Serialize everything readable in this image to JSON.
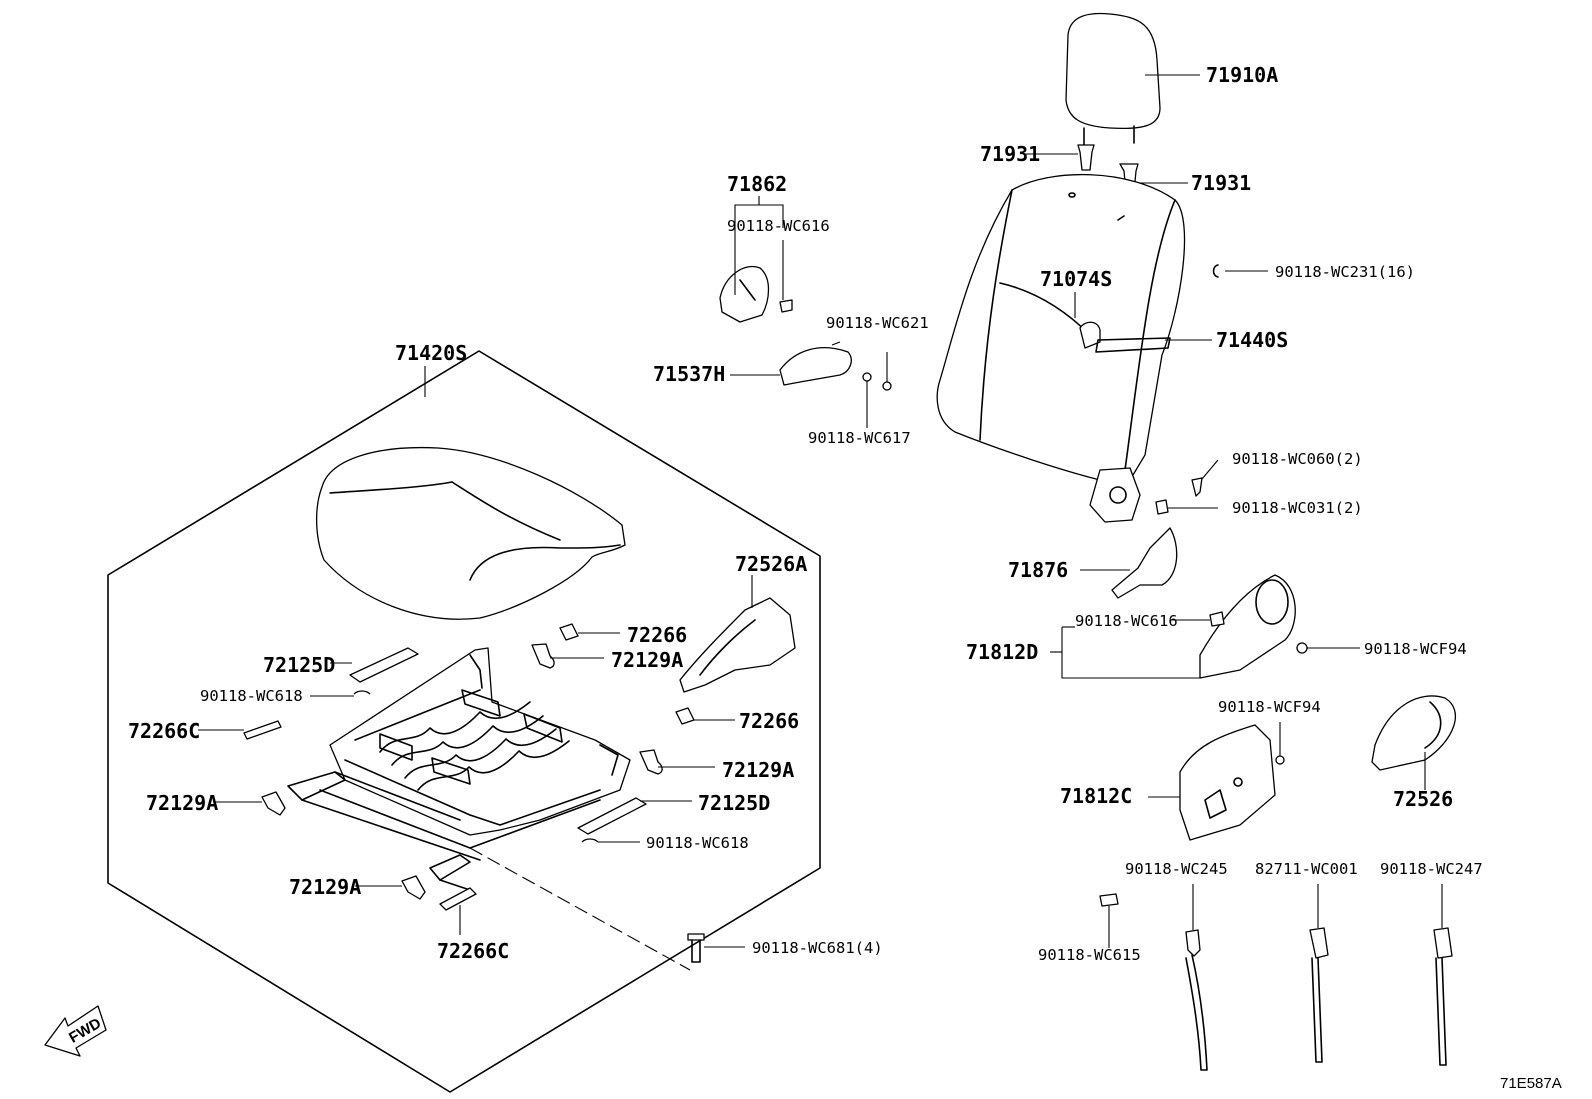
{
  "diagram": {
    "reference_code": "71E587A",
    "direction_arrow_label": "FWD"
  },
  "labels": {
    "headrest": "71910A",
    "headrest_guide_left": "71931",
    "headrest_guide_right": "71931",
    "back_clip": "90118-WC231(16)",
    "back_cover_assembly": "71440S",
    "back_part": "71074S",
    "hinge_cover_top": "71862",
    "hinge_cover_top_screw": "90118-WC616",
    "hinge_bracket": "71537H",
    "hinge_bracket_nut": "90118-WC621",
    "hinge_bracket_bolt": "90118-WC617",
    "recliner_screw_a": "90118-WC060(2)",
    "recliner_screw_b": "90118-WC031(2)",
    "recliner_cover_inner": "71876",
    "recliner_cover_assembly": "71812D",
    "recliner_cover_screw": "90118-WC616",
    "recliner_cover_clip": "90118-WCF94",
    "recliner_cover_clip_b": "90118-WCF94",
    "lever_cover": "71812C",
    "lever_knob": "72526",
    "clip_wc615": "90118-WC615",
    "tie_wc245": "90118-WC245",
    "tie_wc001": "82711-WC001",
    "tie_wc247": "90118-WC247",
    "cushion_assembly": "71420S",
    "cushion_shield": "72526A",
    "clip_72266_a": "72266",
    "clip_72266_b": "72266",
    "clip_72129a_a": "72129A",
    "clip_72129a_b": "72129A",
    "clip_72129a_c": "72129A",
    "clip_72129a_d": "72129A",
    "rail_cover_left": "72125D",
    "rail_cover_right": "72125D",
    "clip_wc618_a": "90118-WC618",
    "clip_wc618_b": "90118-WC618",
    "pad_72266c_a": "72266C",
    "pad_72266c_b": "72266C",
    "mount_bolt": "90118-WC681(4)"
  }
}
